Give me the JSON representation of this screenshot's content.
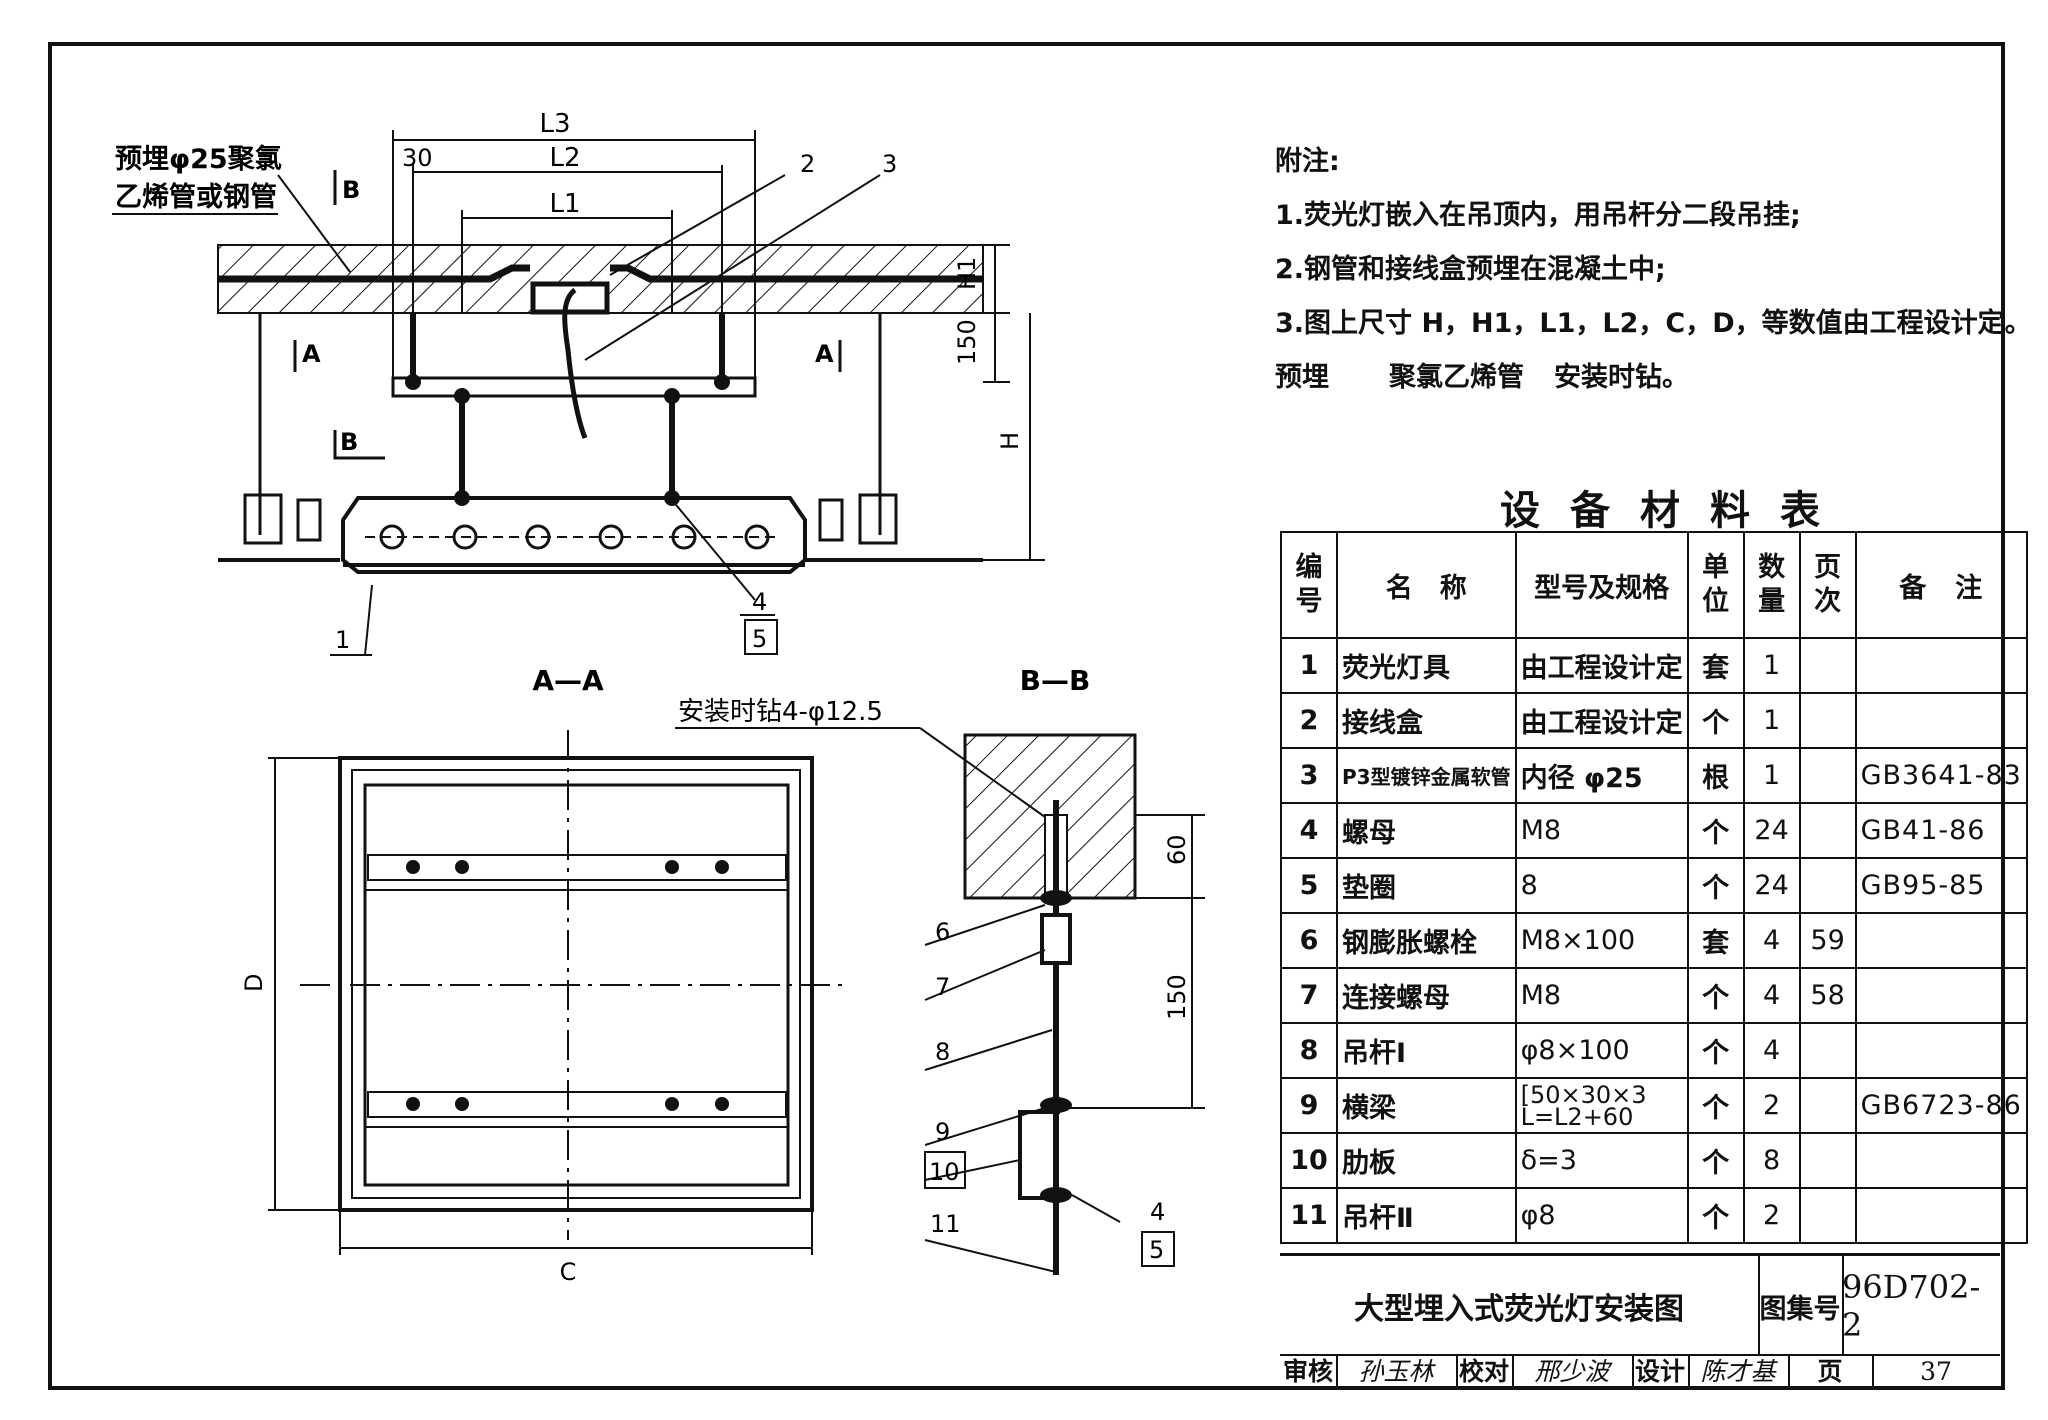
{
  "drawing": {
    "top_view": {
      "dim_L3": "L3",
      "dim_L2": "L2",
      "dim_L1": "L1",
      "dim_30": "30",
      "dim_H1": "H1",
      "dim_150": "150",
      "dim_H": "H",
      "pipe_note_line1": "预埋φ25聚氯",
      "pipe_note_line2": "乙烯管或钢管",
      "section_B": "B",
      "section_A": "A",
      "callout_1": "1",
      "callout_2": "2",
      "callout_3": "3",
      "callout_4": "4",
      "callout_5": "5"
    },
    "section_aa": {
      "title": "A—A",
      "dim_D": "D",
      "dim_C": "C"
    },
    "section_bb": {
      "title": "B—B",
      "drill_note": "安装时钻4-φ12.5",
      "dim_60": "60",
      "dim_150": "150",
      "callouts": [
        "6",
        "7",
        "8",
        "9",
        "10",
        "11",
        "4",
        "5"
      ]
    }
  },
  "notes": {
    "heading": "附注:",
    "items": [
      "1.荧光灯嵌入在吊顶内，用吊杆分二段吊挂;",
      "2.钢管和接线盒预埋在混凝土中;",
      "3.图上尺寸 H，H1，L1，L2，C，D，等数值由工程设计定。"
    ],
    "tail": [
      "预埋",
      "聚氯乙烯管",
      "安装时钻。"
    ]
  },
  "materials": {
    "title": "设备材料表",
    "headers": {
      "no": [
        "编",
        "号"
      ],
      "name": "名　称",
      "spec": "型号及规格",
      "unit": [
        "单",
        "位"
      ],
      "qty": [
        "数",
        "量"
      ],
      "page": [
        "页",
        "次"
      ],
      "remark": "备　注"
    },
    "rows": [
      {
        "no": "1",
        "name": "荧光灯具",
        "spec": "由工程设计定",
        "unit": "套",
        "qty": "1",
        "page": "",
        "remark": ""
      },
      {
        "no": "2",
        "name": "接线盒",
        "spec": "由工程设计定",
        "unit": "个",
        "qty": "1",
        "page": "",
        "remark": ""
      },
      {
        "no": "3",
        "name": "P3型镀锌金属软管",
        "spec": "内径 φ25",
        "unit": "根",
        "qty": "1",
        "page": "",
        "remark": "GB3641-83"
      },
      {
        "no": "4",
        "name": "螺母",
        "spec": "M8",
        "unit": "个",
        "qty": "24",
        "page": "",
        "remark": "GB41-86"
      },
      {
        "no": "5",
        "name": "垫圈",
        "spec": "8",
        "unit": "个",
        "qty": "24",
        "page": "",
        "remark": "GB95-85"
      },
      {
        "no": "6",
        "name": "钢膨胀螺栓",
        "spec": "M8×100",
        "unit": "套",
        "qty": "4",
        "page": "59",
        "remark": ""
      },
      {
        "no": "7",
        "name": "连接螺母",
        "spec": "M8",
        "unit": "个",
        "qty": "4",
        "page": "58",
        "remark": ""
      },
      {
        "no": "8",
        "name": "吊杆Ⅰ",
        "spec": "φ8×100",
        "unit": "个",
        "qty": "4",
        "page": "",
        "remark": ""
      },
      {
        "no": "9",
        "name": "横梁",
        "spec": "[50×30×3",
        "spec2": "L=L2+60",
        "unit": "个",
        "qty": "2",
        "page": "",
        "remark": "GB6723-86"
      },
      {
        "no": "10",
        "name": "肋板",
        "spec": "δ=3",
        "unit": "个",
        "qty": "8",
        "page": "",
        "remark": ""
      },
      {
        "no": "11",
        "name": "吊杆Ⅱ",
        "spec": "φ8",
        "unit": "个",
        "qty": "2",
        "page": "",
        "remark": ""
      }
    ]
  },
  "title_block": {
    "title": "大型埋入式荧光灯安装图",
    "atlas_label": "图集号",
    "atlas_code": "96D702-2",
    "review_label": "审核",
    "review_sign": "孙玉林",
    "check_label": "校对",
    "check_sign": "邢少波",
    "design_label": "设计",
    "design_sign": "陈才基",
    "page_label": "页",
    "page_no": "37"
  }
}
